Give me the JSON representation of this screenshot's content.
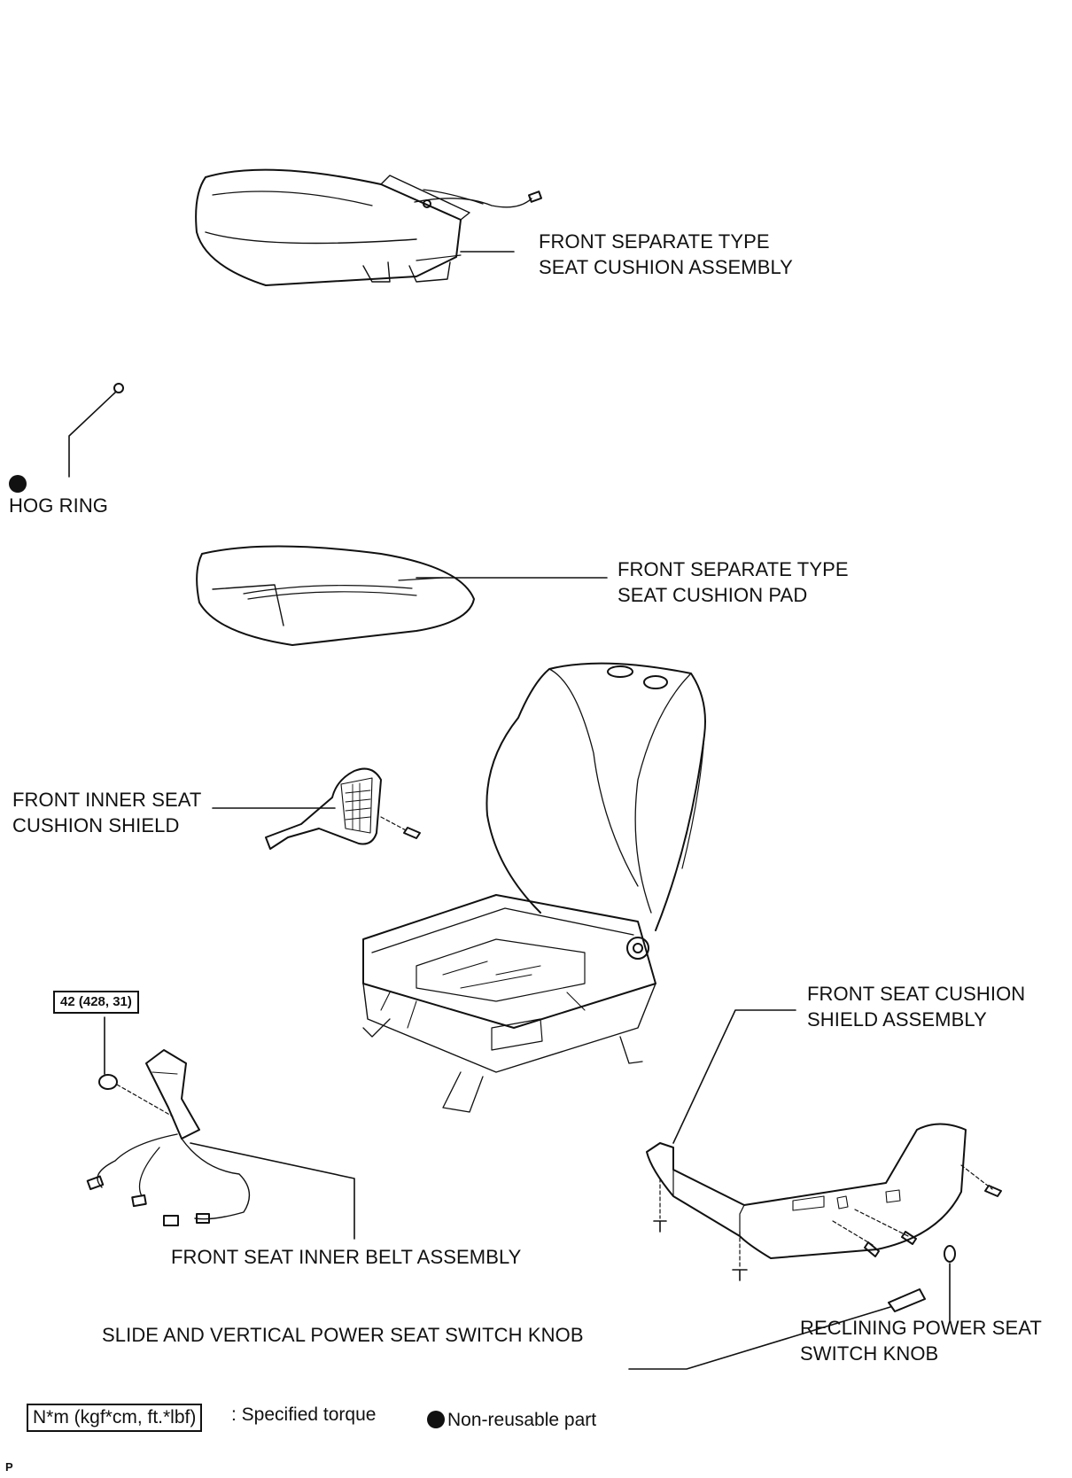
{
  "labels": {
    "cushion_assembly": [
      "FRONT SEPARATE TYPE",
      "SEAT CUSHION ASSEMBLY"
    ],
    "hog_ring": "HOG RING",
    "cushion_pad": [
      "FRONT SEPARATE TYPE",
      "SEAT CUSHION PAD"
    ],
    "inner_shield": [
      "FRONT INNER SEAT",
      "CUSHION SHIELD"
    ],
    "shield_assembly": [
      "FRONT SEAT CUSHION",
      "SHIELD ASSEMBLY"
    ],
    "inner_belt": "FRONT SEAT INNER BELT ASSEMBLY",
    "slide_knob": "SLIDE AND VERTICAL POWER SEAT SWITCH KNOB",
    "reclining_knob": [
      "RECLINING POWER SEAT",
      "SWITCH KNOB"
    ]
  },
  "torque": {
    "value": "42 (428, 31)"
  },
  "legend": {
    "torque_units": "N*m (kgf*cm, ft.*lbf)",
    "torque_desc": ": Specified torque",
    "nonreusable": "Non-reusable part"
  },
  "corner_mark": "P"
}
